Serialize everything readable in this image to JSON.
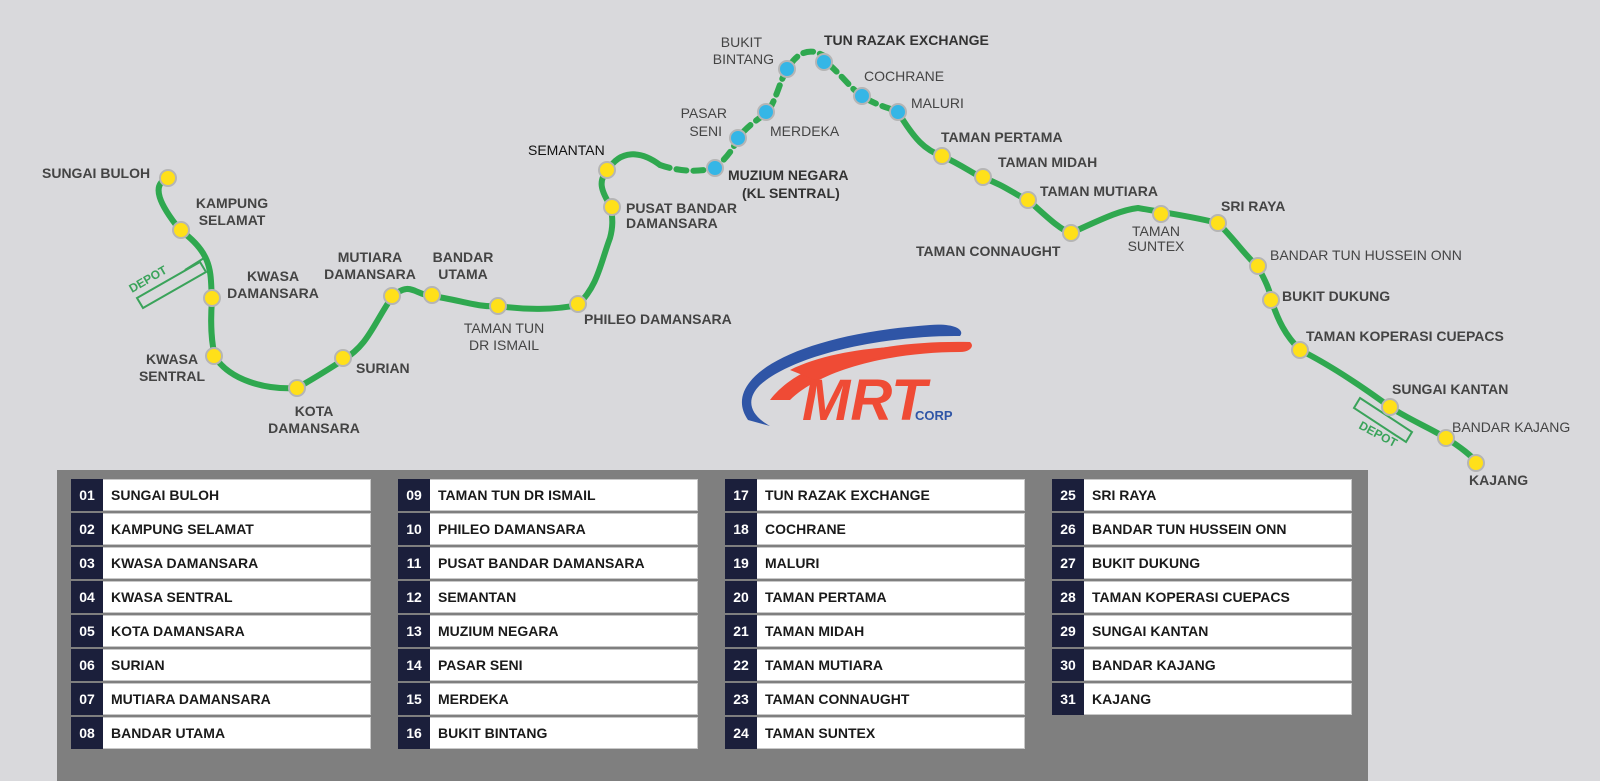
{
  "logo": {
    "brand": "MRT",
    "suffix": "CORP"
  },
  "depots": [
    {
      "label": "DEPOT"
    },
    {
      "label": "DEPOT"
    }
  ],
  "map_labels": [
    {
      "id": "sungai-buloh",
      "lines": [
        "SUNGAI BULOH"
      ]
    },
    {
      "id": "kampung-selamat",
      "lines": [
        "KAMPUNG",
        "SELAMAT"
      ]
    },
    {
      "id": "kwasa-damansara",
      "lines": [
        "KWASA",
        "DAMANSARA"
      ]
    },
    {
      "id": "kwasa-sentral",
      "lines": [
        "KWASA",
        "SENTRAL"
      ]
    },
    {
      "id": "kota-damansara",
      "lines": [
        "KOTA",
        "DAMANSARA"
      ]
    },
    {
      "id": "surian",
      "lines": [
        "SURIAN"
      ]
    },
    {
      "id": "mutiara-damansara",
      "lines": [
        "MUTIARA",
        "DAMANSARA"
      ]
    },
    {
      "id": "bandar-utama",
      "lines": [
        "BANDAR",
        "UTAMA"
      ]
    },
    {
      "id": "taman-tun-dr-ismail",
      "lines": [
        "TAMAN TUN",
        "DR ISMAIL"
      ]
    },
    {
      "id": "phileo-damansara",
      "lines": [
        "PHILEO DAMANSARA"
      ]
    },
    {
      "id": "pusat-bandar-damansara",
      "lines": [
        "PUSAT BANDAR",
        "DAMANSARA"
      ]
    },
    {
      "id": "semantan",
      "lines": [
        "SEMANTAN"
      ]
    },
    {
      "id": "muzium-negara",
      "lines": [
        "MUZIUM NEGARA",
        "(KL SENTRAL)"
      ]
    },
    {
      "id": "pasar-seni",
      "lines": [
        "PASAR",
        "SENI"
      ]
    },
    {
      "id": "merdeka",
      "lines": [
        "MERDEKA"
      ]
    },
    {
      "id": "bukit-bintang",
      "lines": [
        "BUKIT",
        "BINTANG"
      ]
    },
    {
      "id": "tun-razak-exchange",
      "lines": [
        "TUN RAZAK EXCHANGE"
      ]
    },
    {
      "id": "cochrane",
      "lines": [
        "COCHRANE"
      ]
    },
    {
      "id": "maluri",
      "lines": [
        "MALURI"
      ]
    },
    {
      "id": "taman-pertama",
      "lines": [
        "TAMAN PERTAMA"
      ]
    },
    {
      "id": "taman-midah",
      "lines": [
        "TAMAN MIDAH"
      ]
    },
    {
      "id": "taman-mutiara",
      "lines": [
        "TAMAN MUTIARA"
      ]
    },
    {
      "id": "taman-connaught",
      "lines": [
        "TAMAN CONNAUGHT"
      ]
    },
    {
      "id": "taman-suntex",
      "lines": [
        "TAMAN",
        "SUNTEX"
      ]
    },
    {
      "id": "sri-raya",
      "lines": [
        "SRI RAYA"
      ]
    },
    {
      "id": "bandar-tun-hussein-onn",
      "lines": [
        "BANDAR TUN HUSSEIN ONN"
      ]
    },
    {
      "id": "bukit-dukung",
      "lines": [
        "BUKIT DUKUNG"
      ]
    },
    {
      "id": "taman-koperasi-cuepacs",
      "lines": [
        "TAMAN KOPERASI CUEPACS"
      ]
    },
    {
      "id": "sungai-kantan",
      "lines": [
        "SUNGAI KANTAN"
      ]
    },
    {
      "id": "bandar-kajang",
      "lines": [
        "BANDAR KAJANG"
      ]
    },
    {
      "id": "kajang",
      "lines": [
        "KAJANG"
      ]
    }
  ],
  "station_table": [
    [
      {
        "num": "01",
        "name": "SUNGAI BULOH"
      },
      {
        "num": "02",
        "name": "KAMPUNG SELAMAT"
      },
      {
        "num": "03",
        "name": "KWASA DAMANSARA"
      },
      {
        "num": "04",
        "name": "KWASA SENTRAL"
      },
      {
        "num": "05",
        "name": "KOTA DAMANSARA"
      },
      {
        "num": "06",
        "name": "SURIAN"
      },
      {
        "num": "07",
        "name": "MUTIARA DAMANSARA"
      },
      {
        "num": "08",
        "name": "BANDAR UTAMA"
      }
    ],
    [
      {
        "num": "09",
        "name": "TAMAN TUN DR ISMAIL"
      },
      {
        "num": "10",
        "name": "PHILEO DAMANSARA"
      },
      {
        "num": "11",
        "name": "PUSAT BANDAR DAMANSARA"
      },
      {
        "num": "12",
        "name": "SEMANTAN"
      },
      {
        "num": "13",
        "name": "MUZIUM NEGARA"
      },
      {
        "num": "14",
        "name": "PASAR SENI"
      },
      {
        "num": "15",
        "name": "MERDEKA"
      },
      {
        "num": "16",
        "name": "BUKIT BINTANG"
      }
    ],
    [
      {
        "num": "17",
        "name": "TUN RAZAK EXCHANGE"
      },
      {
        "num": "18",
        "name": "COCHRANE"
      },
      {
        "num": "19",
        "name": "MALURI"
      },
      {
        "num": "20",
        "name": "TAMAN PERTAMA"
      },
      {
        "num": "21",
        "name": "TAMAN MIDAH"
      },
      {
        "num": "22",
        "name": "TAMAN MUTIARA"
      },
      {
        "num": "23",
        "name": "TAMAN CONNAUGHT"
      },
      {
        "num": "24",
        "name": "TAMAN SUNTEX"
      }
    ],
    [
      {
        "num": "25",
        "name": "SRI RAYA"
      },
      {
        "num": "26",
        "name": "BANDAR TUN HUSSEIN ONN"
      },
      {
        "num": "27",
        "name": "BUKIT DUKUNG"
      },
      {
        "num": "28",
        "name": "TAMAN KOPERASI CUEPACS"
      },
      {
        "num": "29",
        "name": "SUNGAI KANTAN"
      },
      {
        "num": "30",
        "name": "BANDAR KAJANG"
      },
      {
        "num": "31",
        "name": "KAJANG"
      }
    ]
  ],
  "colors": {
    "line": "#2fa84f",
    "elevated_station": "#ffe01a",
    "underground_station": "#35b6e6",
    "station_stroke": "#b5b5b5",
    "table_number_bg": "#1b1f3b",
    "table_panel_bg": "#7f7f7f",
    "logo_red": "#ef4b35",
    "logo_blue": "#2f55a6"
  }
}
